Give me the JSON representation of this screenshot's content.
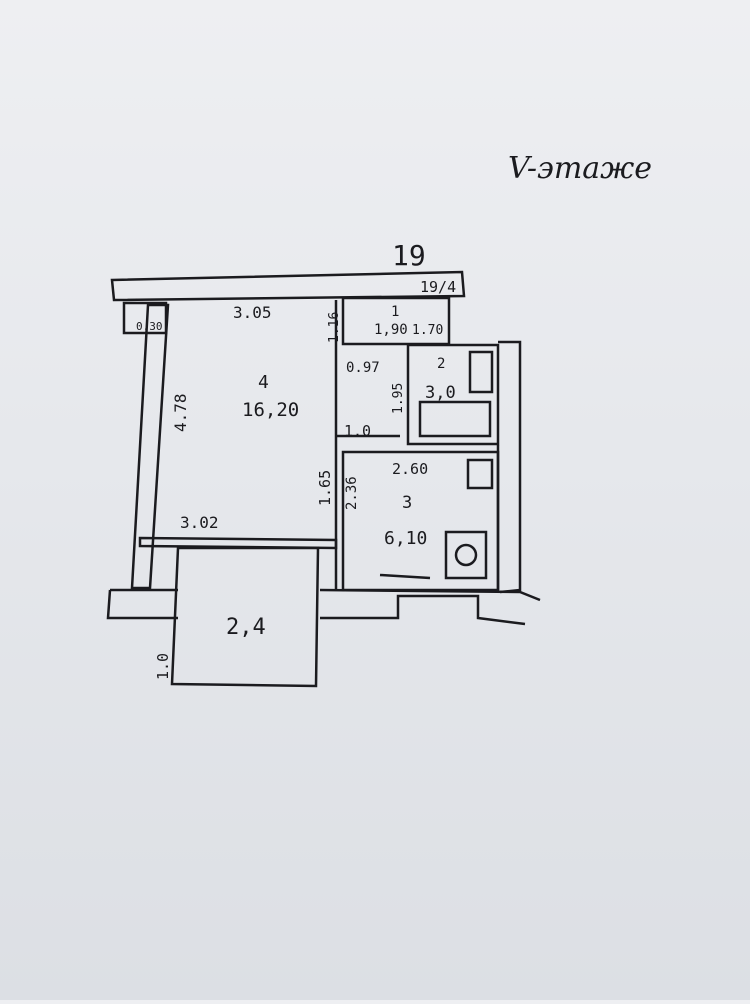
{
  "sheet": {
    "floor_note": "V-этаже",
    "plan_number": "19",
    "plan_ref": "19/4"
  },
  "rooms": [
    {
      "number": "1",
      "area": "1,90"
    },
    {
      "number": "2",
      "area": "3,0"
    },
    {
      "number": "3",
      "area": "6,10"
    },
    {
      "number": "4",
      "area": "16,20"
    }
  ],
  "balcony": {
    "area": "2,4"
  },
  "dimensions": {
    "room4_top": "3.05",
    "room4_left": "4.78",
    "room4_bottom": "3.02",
    "room4_right": "1.65",
    "room1_side": "1.16",
    "room1_width": "1.70",
    "hall_width": "0.97",
    "hall_side": "1.95",
    "corridor": "1.0",
    "kitchen_top": "2.60",
    "kitchen_side": "2.36",
    "balcony_depth": "1.0",
    "niche": "0.30"
  },
  "colors": {
    "ink": "#1b1b1f",
    "paper": "#e8eaee"
  }
}
